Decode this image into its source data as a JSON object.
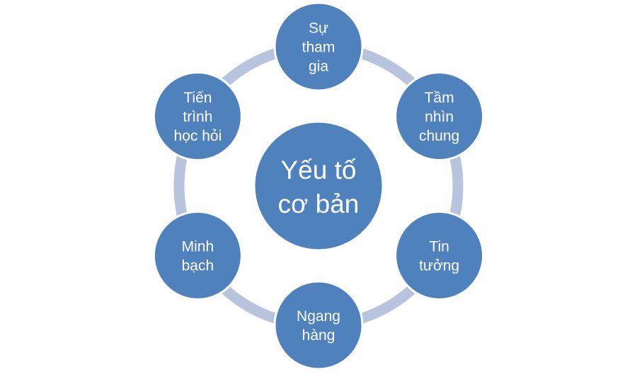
{
  "diagram": {
    "type": "cycle",
    "center": {
      "lines": [
        "Yếu tố",
        "cơ bản"
      ]
    },
    "nodes": [
      {
        "lines": [
          "Sự",
          "tham",
          "gia"
        ]
      },
      {
        "lines": [
          "Tầm",
          "nhìn",
          "chung"
        ]
      },
      {
        "lines": [
          "Tin",
          "tưởng"
        ]
      },
      {
        "lines": [
          "Ngang",
          "hàng"
        ]
      },
      {
        "lines": [
          "Minh",
          "bạch"
        ]
      },
      {
        "lines": [
          "Tiến",
          "trình",
          "học hỏi"
        ]
      }
    ],
    "colors": {
      "node_fill": "#4f81bd",
      "node_stroke": "#ffffff",
      "ring": "#b8c4dd",
      "text": "#ffffff"
    }
  }
}
